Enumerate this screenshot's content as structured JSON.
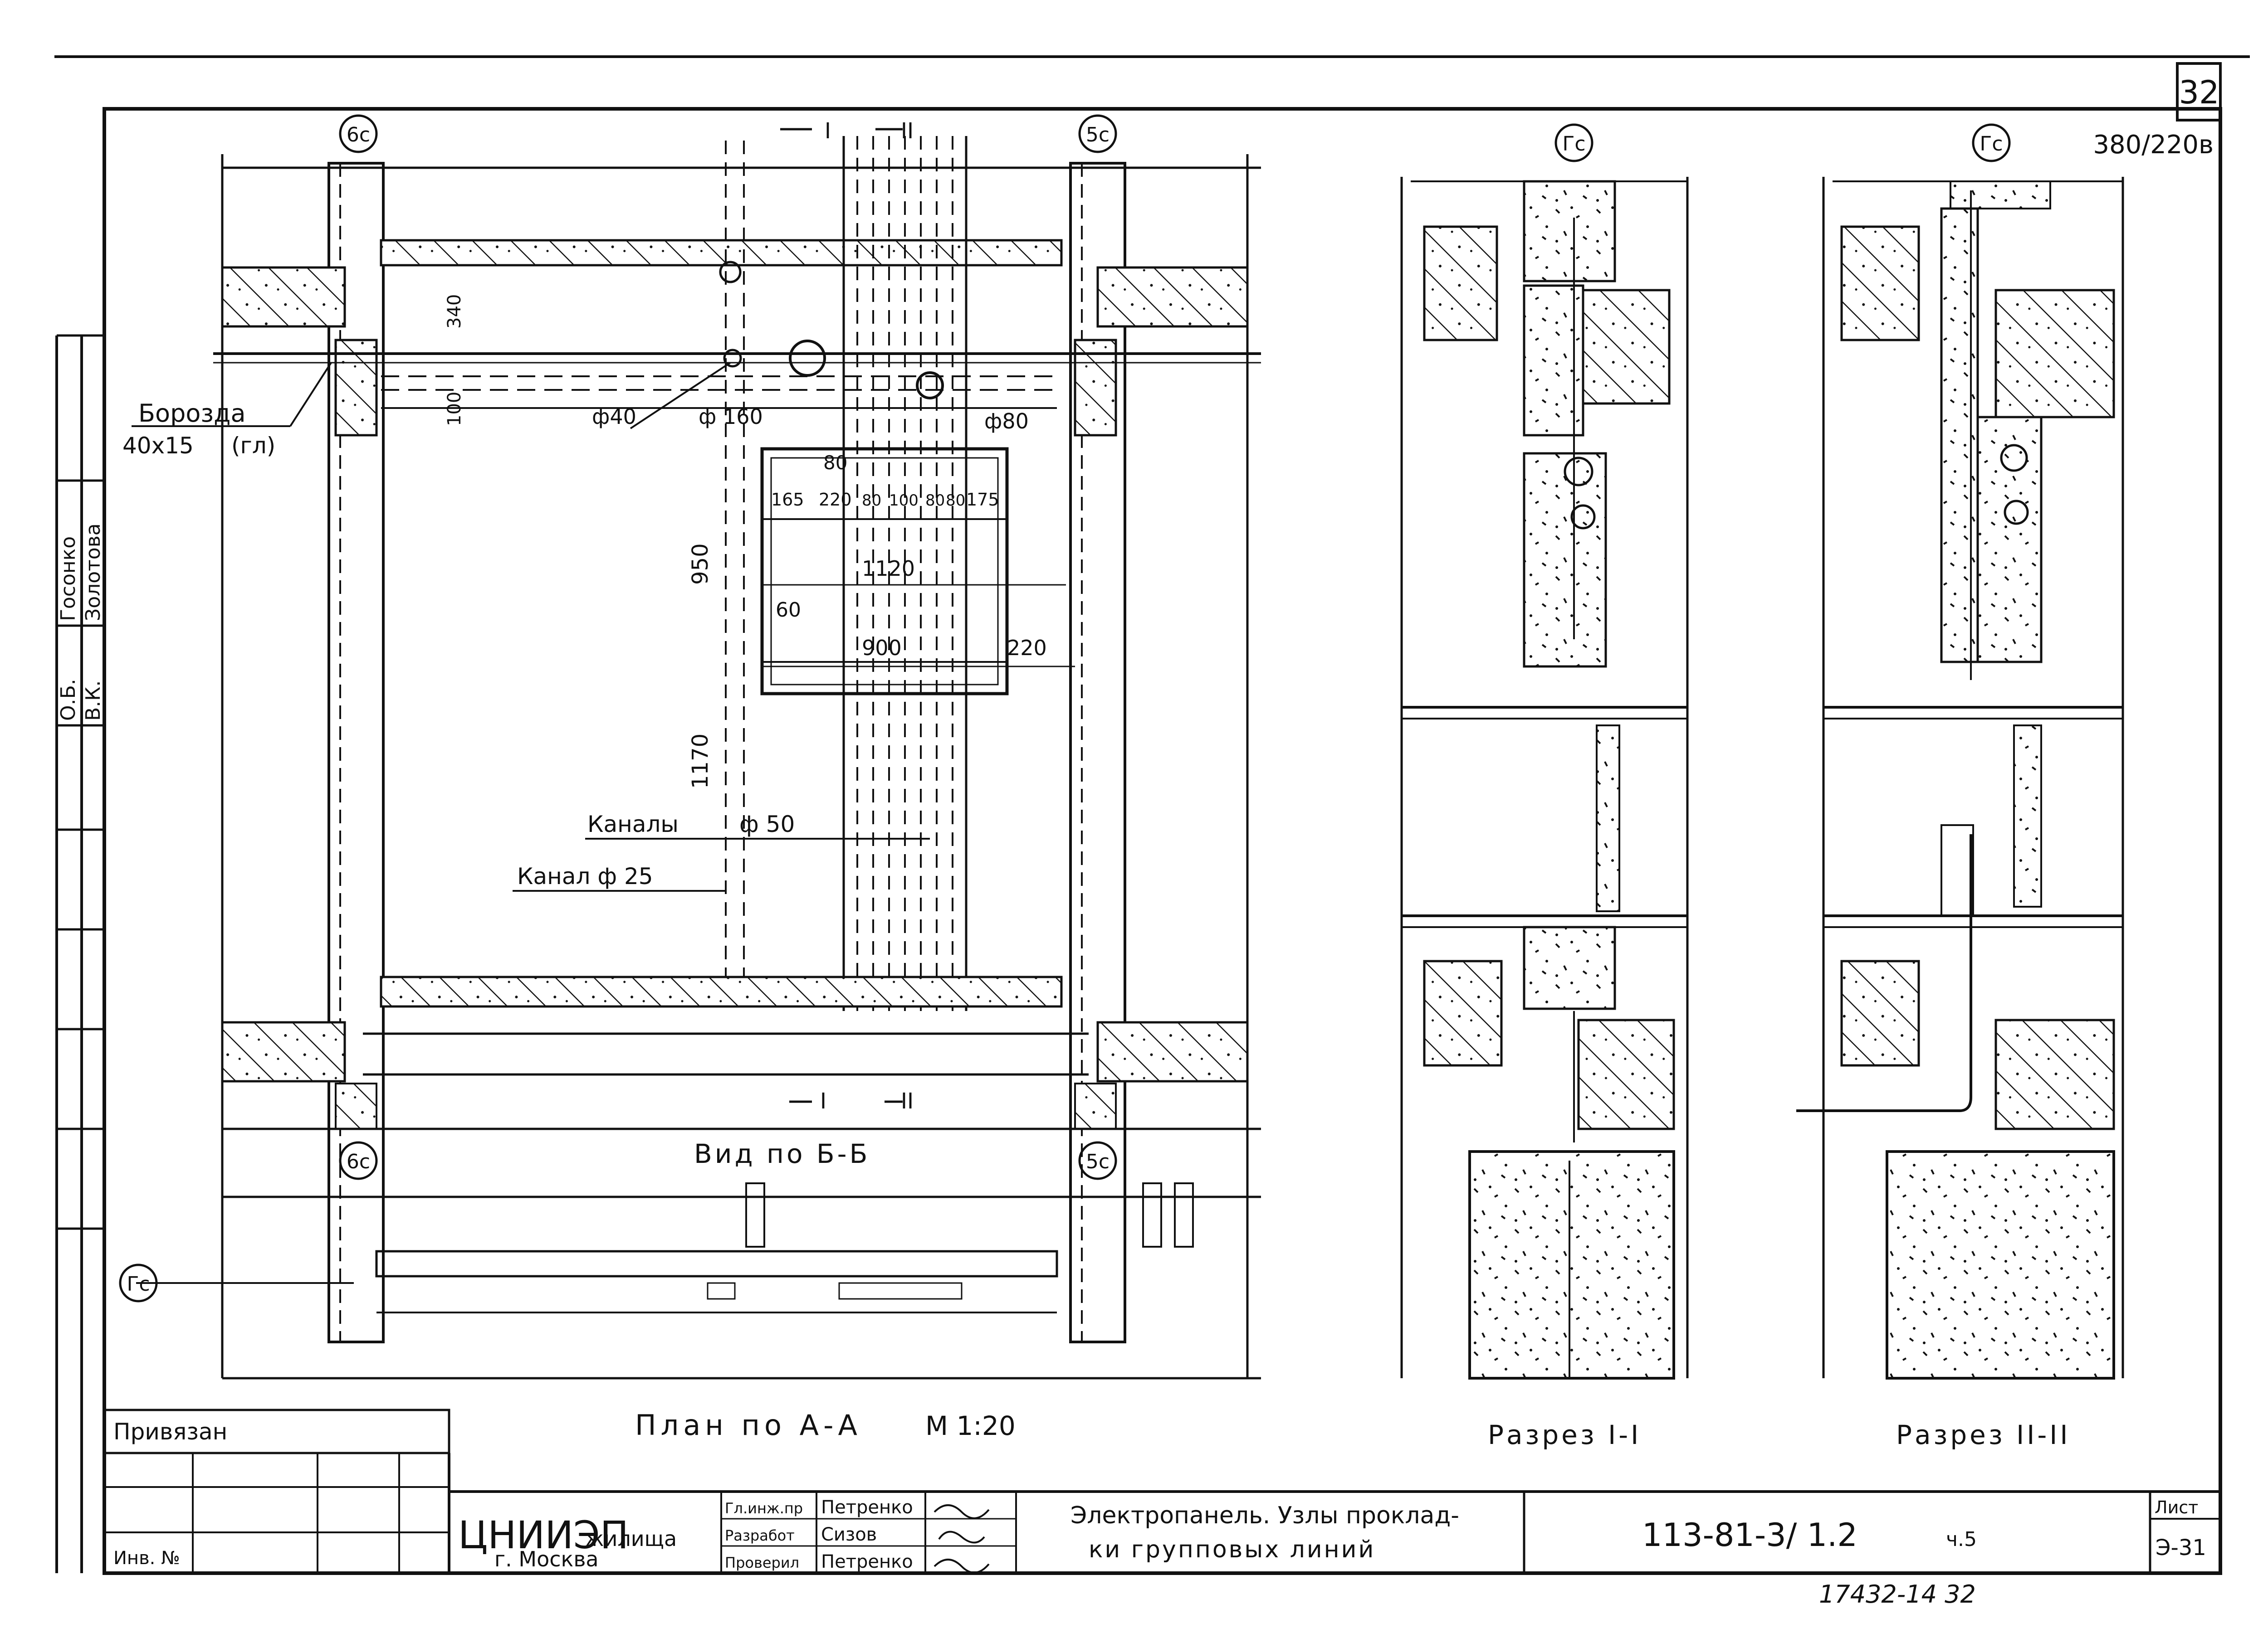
{
  "sheet": {
    "sheet_number": "32",
    "voltage": "380/220в",
    "archive_number": "17432-14 32"
  },
  "plan": {
    "axis_6c": "6с",
    "axis_5c": "5с",
    "axis_gc": "Гс",
    "section_marks": [
      "I",
      "II"
    ],
    "groove_label": "Борозда",
    "groove_size": "40х15",
    "groove_note": "(гл)",
    "dims": {
      "d340": "340",
      "d100": "100",
      "phi40": "ф40",
      "phi160": "ф 160",
      "phi80": "ф80",
      "d80": "80",
      "row": [
        "165",
        "220",
        "80",
        "100",
        "80",
        "80",
        "175"
      ],
      "d950": "950",
      "d1120": "1120",
      "d60": "60",
      "d900": "900",
      "d220": "220",
      "d1170": "1170"
    },
    "channels_label": "Каналы",
    "channels_phi": "ф 50",
    "channel_label": "Канал ф 25",
    "view_label": "Вид по Б-Б",
    "caption": "План по А-А",
    "scale": "М 1:20"
  },
  "sections": {
    "section1_caption": "Разрез I-I",
    "section2_caption": "Разрез II-II",
    "axis_gc": "Гс"
  },
  "left_strip": {
    "names": [
      "Госонко",
      "Золотова"
    ],
    "roles": [
      "О.Б.",
      "В.К."
    ]
  },
  "title_block": {
    "attached": "Привязан",
    "inv_label": "Инв. №",
    "org_name": "ЦНИИЭП",
    "org_suffix": "жилища",
    "org_city": "г. Москва",
    "roles": [
      "Гл.инж.пр",
      "Разработ",
      "Проверил"
    ],
    "people": [
      "Петренко",
      "Сизов",
      "Петренко"
    ],
    "title_line1": "Электропанель. Узлы проклад-",
    "title_line2": "ки групповых линий",
    "doc_code": "113-81-3/ 1.2",
    "part": "ч.5",
    "sheet_label": "Лист",
    "sheet_code": "Э-31"
  }
}
